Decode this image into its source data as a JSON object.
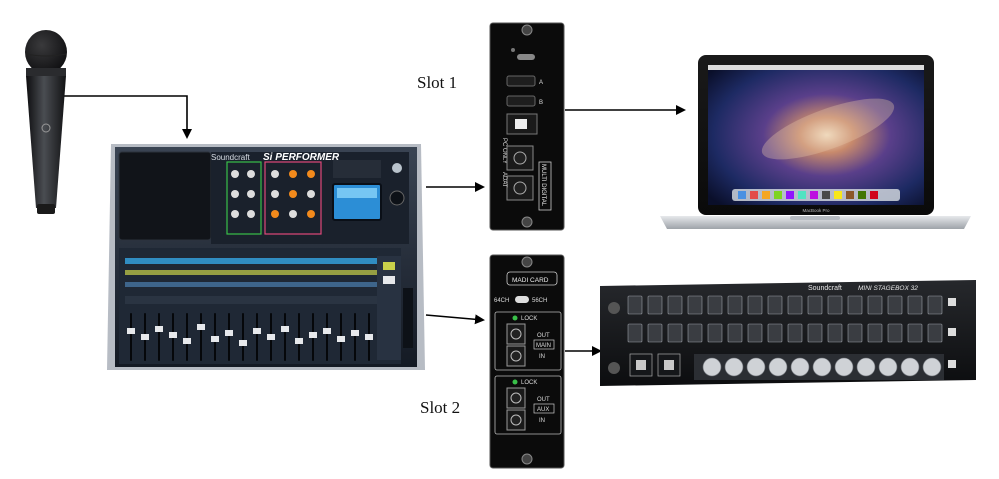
{
  "labels": {
    "slot1": "Slot 1",
    "slot2": "Slot 2"
  },
  "mixer": {
    "brand": "Soundcraft",
    "model": "Si PERFORMER"
  },
  "multidigital_card": {
    "name": "MULTI DIGITAL",
    "port_a": "A",
    "port_b": "B",
    "pc_only": "PC ONLY",
    "adat": "ADAT"
  },
  "madi_card": {
    "name": "MADI CARD",
    "ch_left": "64CH",
    "ch_right": "56CH",
    "lock": "LOCK",
    "out": "OUT",
    "in": "IN",
    "main": "MAIN",
    "aux": "AUX"
  },
  "laptop": {
    "caption": "MacBook Pro"
  },
  "stagebox": {
    "brand": "Soundcraft",
    "model": "MINI STAGEBOX 32"
  },
  "colors": {
    "arrow": "#000000",
    "mixer_body": "#1c2431",
    "card_panel": "#0b0b0b",
    "accent_orange": "#f28a1c",
    "accent_green": "#39c049",
    "accent_blue": "#35a6e6"
  }
}
